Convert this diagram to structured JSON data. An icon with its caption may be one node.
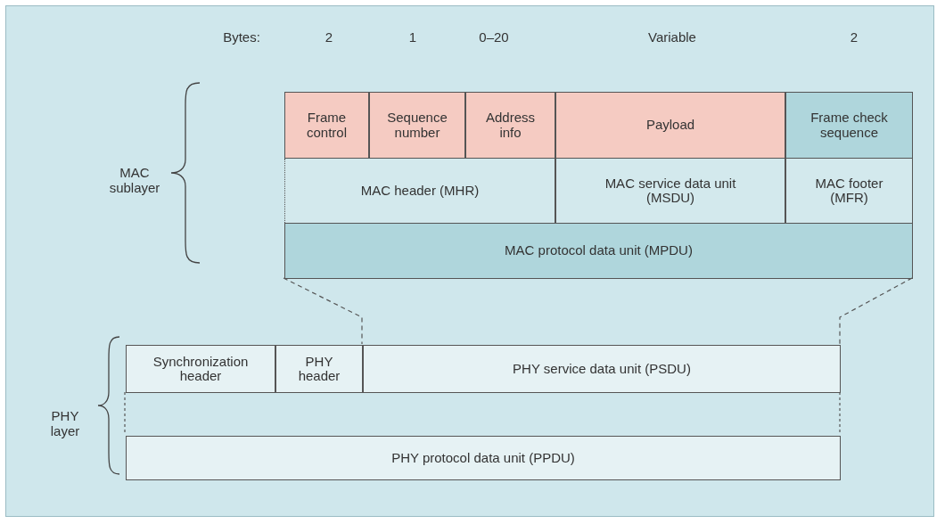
{
  "diagram": {
    "nodes": [
      {
        "text": [
          "Frame control"
        ]
      },
      {
        "text": [
          "Sequence number"
        ]
      },
      {
        "text": [
          "Address info"
        ]
      },
      {
        "text": [
          "Payload"
        ]
      },
      {
        "text": [
          "Frame check sequence"
        ]
      },
      {
        "text": [
          "MAC header (MHR)"
        ]
      },
      {
        "text": [
          "MAC service data unit (MSDU)"
        ]
      },
      {
        "text": [
          "MAC footer (MFR)"
        ]
      },
      {
        "text": [
          "MAC protocol data unit (MPDU)"
        ]
      },
      {
        "text": [
          "Synchronization header"
        ]
      },
      {
        "text": [
          "PHY header"
        ]
      },
      {
        "text": [
          "PHY service data unit (PSDU)"
        ]
      },
      {
        "text": [
          "PHY protocol data unit (PPDU)"
        ]
      }
    ],
    "edges": [
      {
        "from": 8,
        "to": 11,
        "arrow": "none",
        "style": "dashed"
      },
      {
        "from": 8,
        "to": 11,
        "arrow": "none",
        "style": "dashed"
      },
      {
        "from": 9,
        "to": 12,
        "arrow": "none",
        "style": "dashed"
      },
      {
        "from": 11,
        "to": 12,
        "arrow": "none",
        "style": "dashed"
      }
    ],
    "labels": [
      "Bytes:",
      "2",
      "1",
      "0–20",
      "Variable",
      "2",
      "MAC sublayer",
      "PHY layer"
    ]
  }
}
